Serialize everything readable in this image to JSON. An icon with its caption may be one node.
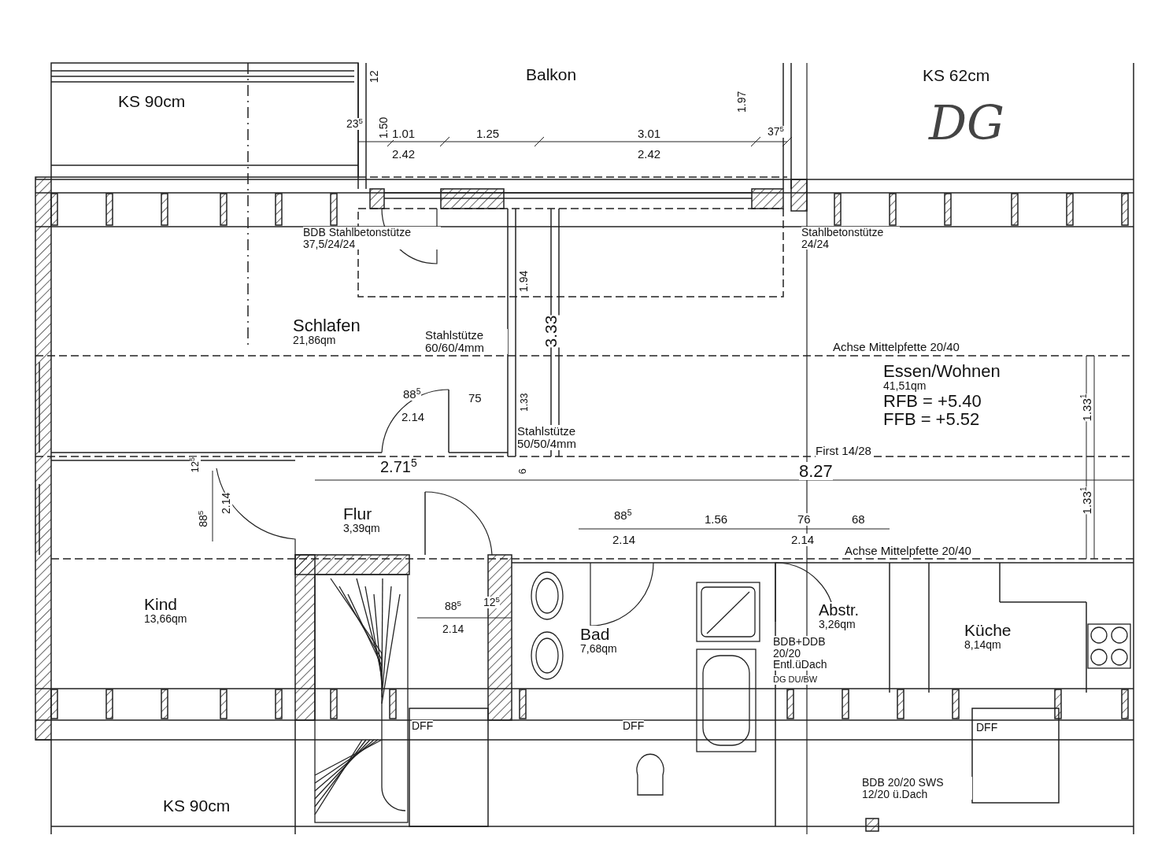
{
  "diagram": {
    "nodes": [
      {
        "text": [
          "Balkon"
        ]
      },
      {
        "text": [
          "Schlafen",
          "21,86qm"
        ]
      },
      {
        "text": [
          "Essen/Wohnen",
          "41,51qm",
          "RFB = +5.40",
          "FFB = +5.52"
        ]
      },
      {
        "text": [
          "Flur",
          "3,39qm"
        ]
      },
      {
        "text": [
          "Kind",
          "13,66qm"
        ]
      },
      {
        "text": [
          "Bad",
          "7,68qm"
        ]
      },
      {
        "text": [
          "Abstr.",
          "3,26qm"
        ]
      },
      {
        "text": [
          "Küche",
          "8,14qm"
        ]
      },
      {
        "text": [
          "KS 90cm"
        ]
      },
      {
        "text": [
          "KS 62cm"
        ]
      },
      {
        "text": [
          "KS 90cm"
        ]
      }
    ],
    "labels": [
      "12",
      "DG",
      "23$^{5}$",
      "1.50",
      "1.01",
      "1.25",
      "3.01",
      "1.97",
      "37$^{5}$",
      "2.42",
      "2.42",
      "BDB Stahlbetonstütze 37,5/24/24",
      "Stahlbetonstütze 24/24",
      "1.94",
      "3.33",
      "Stahlstütze 60/60/4mm",
      "Achse Mittelpfette 20/40",
      "88$^{5}$",
      "75",
      "1.33",
      "2.14",
      "1.33$^{1}$",
      "Stahlstütze 50/50/4mm",
      "12$^{5}$",
      "2.71$^{5}$",
      "6",
      "First 14/28",
      "8.27",
      "88$^{5}$",
      "2.14",
      "88$^{5}$",
      "1.56",
      "76",
      "68",
      "1.33$^{1}$",
      "2.14",
      "2.14",
      "Achse Mittelpfette 20/40",
      "88$^{5}$",
      "12$^{5}$",
      "2.14",
      "BDB+DDB 20/20 Entl.üDach",
      "DG DU/BW",
      "DFF",
      "DFF",
      "DFF",
      "BDB 20/20 SWS 12/20 ü.Dach"
    ]
  }
}
